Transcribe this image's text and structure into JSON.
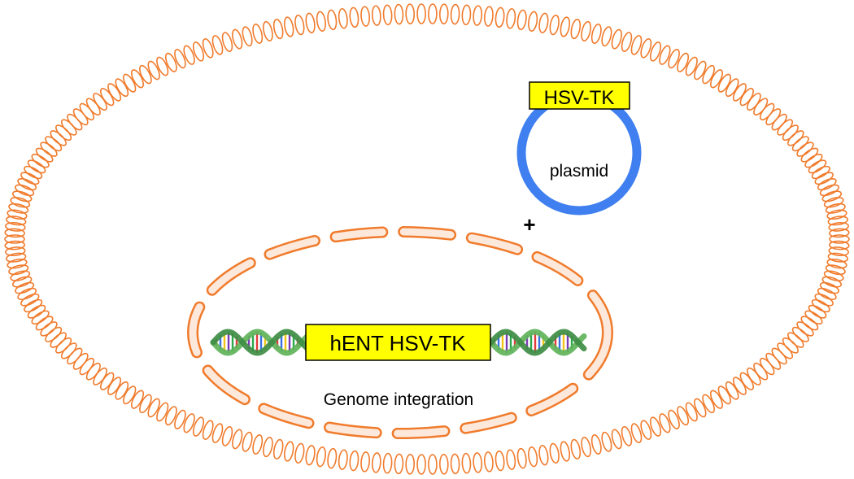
{
  "colors": {
    "cell_membrane": "#f07b2c",
    "nuclear_envelope": "#f07b2c",
    "nuclear_fill": "#fde9dc",
    "plasmid": "#3f7ff0",
    "label_fill": "#ffff00",
    "dna_backbone": "#5fb35a",
    "dna_rungs": [
      "#e23a3a",
      "#3a6fe2",
      "#f2c318",
      "#7a3ab5",
      "#2aa84a"
    ]
  },
  "icons": {
    "cell": "cell-membrane-icon",
    "nucleus": "nucleus-icon",
    "plasmid": "plasmid-ring-icon",
    "dna": "dna-helix-icon"
  },
  "plasmid": {
    "gene_label": "HSV-TK",
    "name": "plasmid"
  },
  "plus_sign": "+",
  "nucleus": {
    "construct_label": "hENT HSV-TK",
    "caption": "Genome integration"
  }
}
